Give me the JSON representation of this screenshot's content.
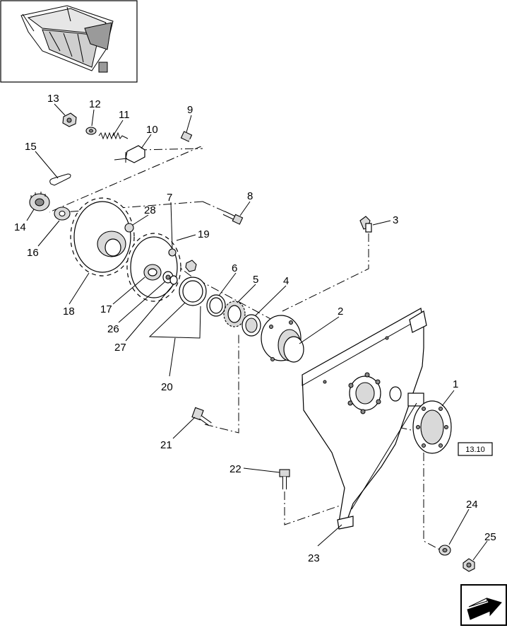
{
  "callouts": {
    "c1": "1",
    "c2": "2",
    "c3": "3",
    "c4": "4",
    "c5": "5",
    "c6": "6",
    "c7": "7",
    "c8": "8",
    "c9": "9",
    "c10": "10",
    "c11": "11",
    "c12": "12",
    "c13": "13",
    "c14": "14",
    "c15": "15",
    "c16": "16",
    "c17": "17",
    "c18": "18",
    "c19": "19",
    "c20": "20",
    "c21": "21",
    "c22": "22",
    "c23": "23",
    "c24": "24",
    "c25": "25",
    "c26": "26",
    "c27": "27",
    "c28": "28"
  },
  "reference_box": "13.10",
  "icons": {
    "overview": "machine-overview-thumbnail",
    "navigation": "next-page-arrow-icon"
  }
}
